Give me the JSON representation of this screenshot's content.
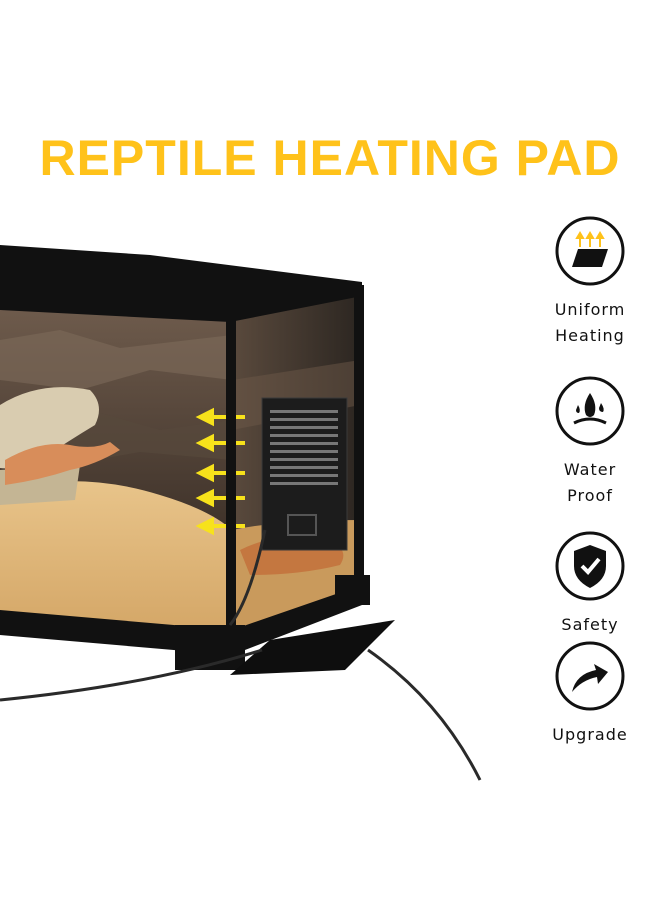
{
  "header": {
    "title": "REPTILE HEATING PAD"
  },
  "colors": {
    "accent": "#ffc21a",
    "arrow": "#f7e21b",
    "icon_stroke": "#111111"
  },
  "features": [
    {
      "icon": "uniform-heating-icon",
      "line1": "Uniform",
      "line2": "Heating"
    },
    {
      "icon": "waterproof-icon",
      "line1": "Water",
      "line2": "Proof"
    },
    {
      "icon": "safety-shield-icon",
      "line1": "Safety",
      "line2": ""
    },
    {
      "icon": "upgrade-arrow-icon",
      "line1": "Upgrade",
      "line2": ""
    }
  ]
}
